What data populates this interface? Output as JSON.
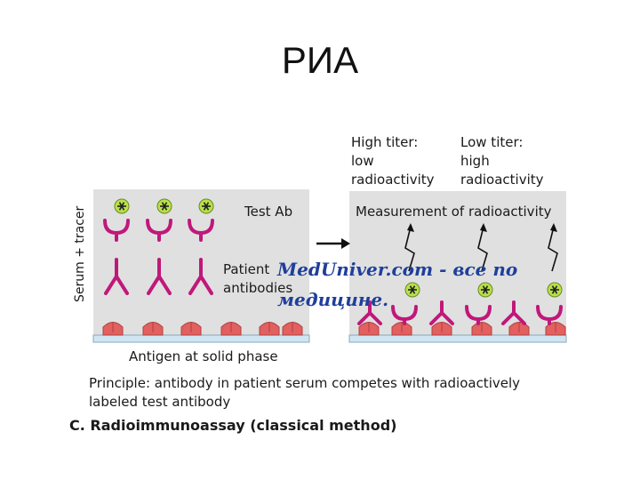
{
  "slide": {
    "title": "РИА"
  },
  "diagram": {
    "side_label": "Serum + tracer",
    "left_panel": {
      "test_ab_label": "Test Ab",
      "patient_label_line1": "Patient",
      "patient_label_line2": "antibodies",
      "antigen_label": "Antigen at solid phase"
    },
    "right_panel": {
      "high_titer_lines": [
        "High titer:",
        "low",
        "radioactivity"
      ],
      "low_titer_lines": [
        "Low titer:",
        "high",
        "radioactivity"
      ],
      "measurement_label": "Measurement of  radioactivity"
    },
    "principle_line1": "Principle:  antibody in patient  serum competes with radioactively",
    "principle_line2": "labeled test antibody",
    "caption": "C. Radioimmunoassay (classical method)"
  },
  "watermark": {
    "line1": "MedUniver.com - все по",
    "line2": "медицине."
  },
  "colors": {
    "panel": "#e0e0e0",
    "antibody": "#c0187a",
    "antigen": "#e26060",
    "tracer_fill": "#b8e04a",
    "plate": "#cfe6f2",
    "watermark": "#1f3f9a"
  }
}
